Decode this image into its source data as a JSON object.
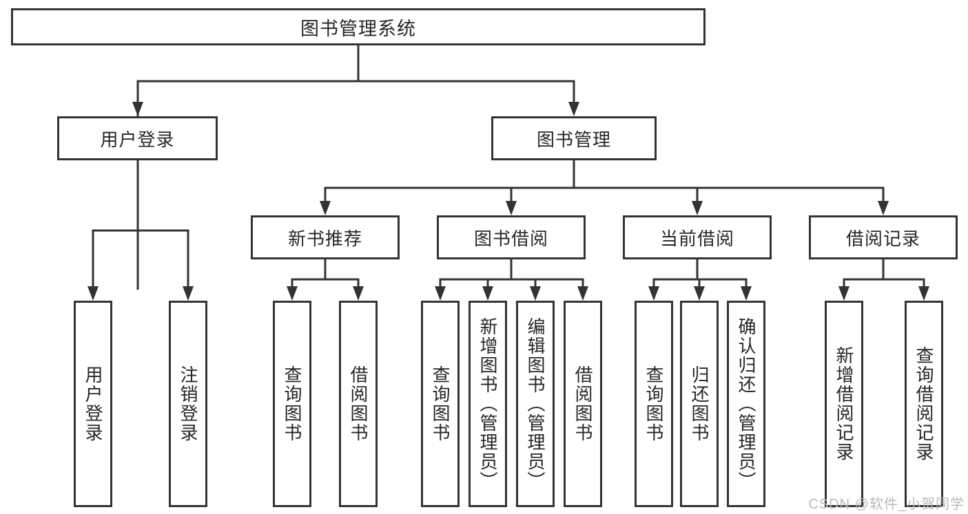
{
  "diagram": {
    "title_node": "图书管理系统",
    "root": {
      "label": "图书管理系统"
    },
    "branches": [
      {
        "label": "用户登录",
        "children": [
          {
            "label": "用户登录"
          },
          {
            "label": "注销登录"
          }
        ]
      },
      {
        "label": "图书管理",
        "sections": [
          {
            "label": "新书推荐",
            "children": [
              {
                "label": "查询图书"
              },
              {
                "label": "借阅图书"
              }
            ]
          },
          {
            "label": "图书借阅",
            "children": [
              {
                "label": "查询图书"
              },
              {
                "label": "新增图书（管理员）"
              },
              {
                "label": "编辑图书（管理员）"
              },
              {
                "label": "借阅图书"
              }
            ]
          },
          {
            "label": "当前借阅",
            "children": [
              {
                "label": "查询图书"
              },
              {
                "label": "归还图书"
              },
              {
                "label": "确认归还（管理员）"
              }
            ]
          },
          {
            "label": "借阅记录",
            "children": [
              {
                "label": "新增借阅记录"
              },
              {
                "label": "查询借阅记录"
              }
            ]
          }
        ]
      }
    ]
  },
  "watermark": {
    "text": "CSDN @软件_小贺同学"
  },
  "colors": {
    "line": "#333333",
    "box_border": "#333333",
    "box_fill": "#ffffff",
    "text": "#262626",
    "watermark": "#b9b9b9",
    "background": "#ffffff"
  }
}
